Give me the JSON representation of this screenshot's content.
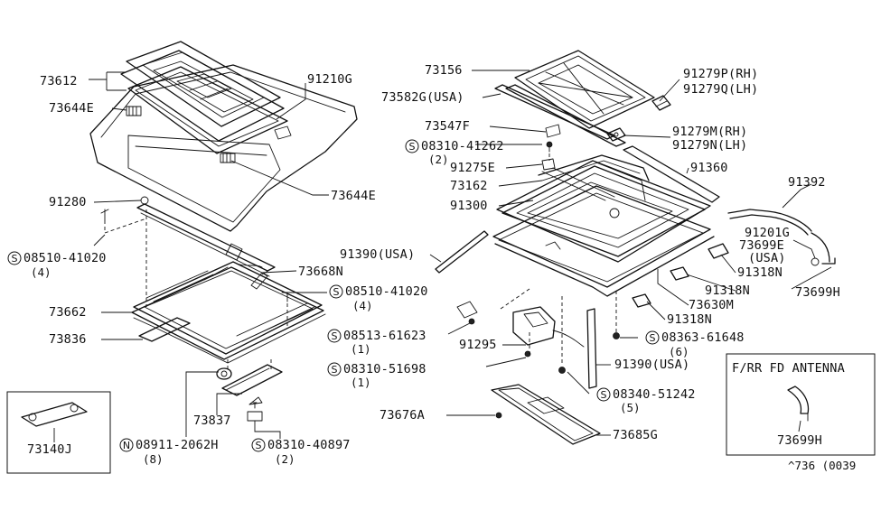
{
  "labels": {
    "l73612": "73612",
    "l91210G": "91210G",
    "l73644E_a": "73644E",
    "l73644E_b": "73644E",
    "l91280": "91280",
    "l08510_41020_a": "08510-41020",
    "l08510_41020_a_qty": "(4)",
    "l73668N": "73668N",
    "l08510_41020_b": "08510-41020",
    "l08510_41020_b_qty": "(4)",
    "l73662": "73662",
    "l73836": "73836",
    "l73837": "73837",
    "l08911_2062H": "08911-2062H",
    "l08911_2062H_qty": "(8)",
    "l08310_40897": "08310-40897",
    "l08310_40897_qty": "(2)",
    "l73140J": "73140J",
    "l73156": "73156",
    "l73582G": "73582G(USA)",
    "l91279P": "91279P(RH)",
    "l91279Q": "91279Q(LH)",
    "l73547F": "73547F",
    "l08310_41262": "08310-41262",
    "l08310_41262_qty": "(2)",
    "l91279M": "91279M(RH)",
    "l91279N": "91279N(LH)",
    "l91275E": "91275E",
    "l73162": "73162",
    "l91360": "91360",
    "l91392": "91392",
    "l91300": "91300",
    "l91201G": "91201G",
    "l73699E": "73699E",
    "l73699E_usa": "(USA)",
    "l91390_usa_a": "91390(USA)",
    "l91318N_a": "91318N",
    "l91318N_b": "91318N",
    "l73699H": "73699H",
    "l73630M": "73630M",
    "l91318N_c": "91318N",
    "l08513_61623": "08513-61623",
    "l08513_61623_qty": "(1)",
    "l08363_61648": "08363-61648",
    "l08363_61648_qty": "(6)",
    "l91295": "91295",
    "l08310_51698": "08310-51698",
    "l08310_51698_qty": "(1)",
    "l91390_usa_b": "91390(USA)",
    "l08340_51242": "08340-51242",
    "l08340_51242_qty": "(5)",
    "l73676A": "73676A",
    "l73685G": "73685G",
    "inset_title": "F/RR FD ANTENNA",
    "l73699H_inset": "73699H",
    "doc_code": "^736 (0039",
    "sym_S": "S",
    "sym_N": "N"
  }
}
